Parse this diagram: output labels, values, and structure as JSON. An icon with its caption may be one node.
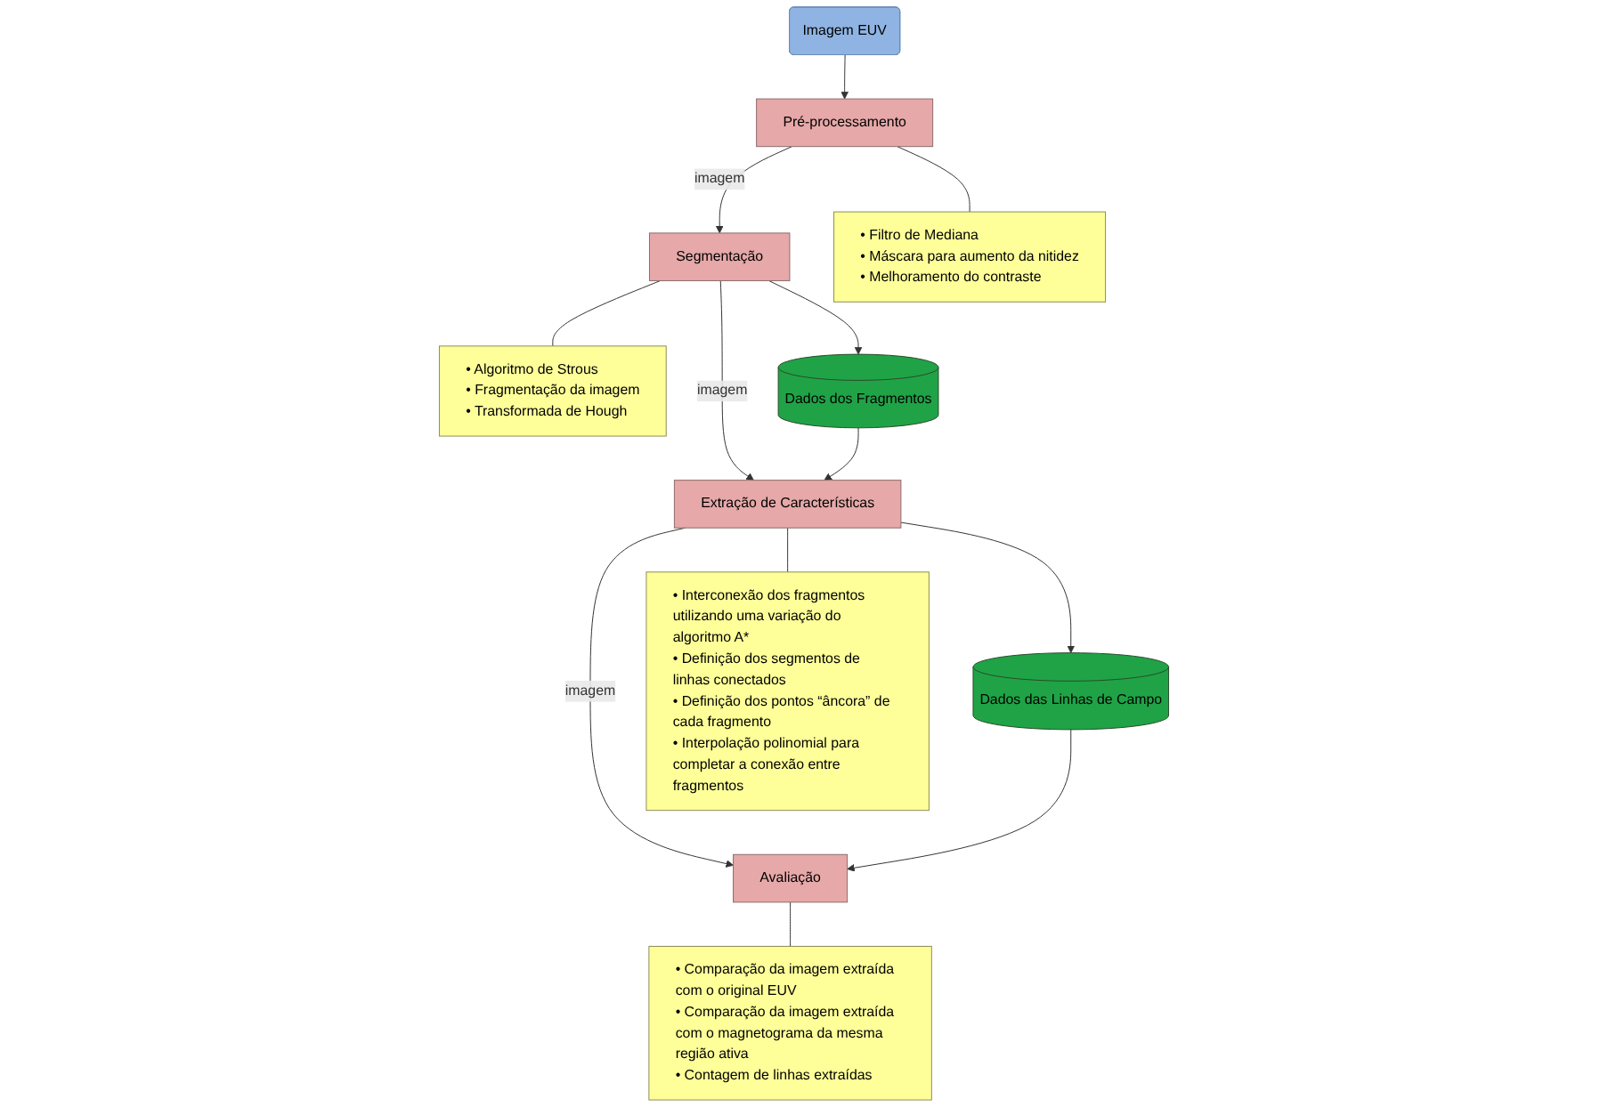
{
  "diagram": {
    "nodes": [
      {
        "text": [
          "Pré-processamento"
        ]
      },
      {
        "text": [
          "Segmentação"
        ]
      },
      {
        "text": [
          "Extração de Características"
        ]
      },
      {
        "text": [
          "Avaliação"
        ]
      },
      {
        "text": [
          "Imagem EUV"
        ]
      },
      {
        "text": [
          "• Filtro de Mediana",
          "• Máscara para aumento da nitidez",
          "• Melhoramento do contraste"
        ]
      },
      {
        "text": [
          "• Algoritmo de Strous",
          "• Fragmentação da imagem",
          "• Transformada de Hough"
        ]
      },
      {
        "text": [
          "Dados dos Fragmentos"
        ]
      },
      {
        "text": [
          "Dados das Linhas de Campo"
        ]
      },
      {
        "text": [
          "• Comparação da imagem extraída com o original EUV",
          "• Comparação da imagem extraída com o magnetograma da mesma região ativa",
          "• Contagem de linhas extraídas"
        ]
      },
      {
        "text": [
          "• Interconexão dos fragmentos utilizando uma variação do algoritmo A*",
          "• Definição dos segmentos de linhas conectados",
          "• Definição dos pontos “âncora” de cada fragmento",
          "• Interpolação polinomial para completar a conexão entre fragmentos"
        ]
      }
    ],
    "edges": [
      {
        "from": 0,
        "to": 1,
        "arrow": "to",
        "label": "imagem"
      },
      {
        "from": 1,
        "to": 2,
        "arrow": "to",
        "label": "imagem"
      },
      {
        "from": 2,
        "to": 3,
        "arrow": "to",
        "label": "imagem"
      },
      {
        "from": 4,
        "to": 0,
        "arrow": "to"
      },
      {
        "from": 0,
        "to": 5,
        "arrow": "none"
      },
      {
        "from": 1,
        "to": 6,
        "arrow": "none"
      },
      {
        "from": 1,
        "to": 7,
        "arrow": "to"
      },
      {
        "from": 7,
        "to": 2,
        "arrow": "to"
      },
      {
        "from": 2,
        "to": 10,
        "arrow": "none"
      },
      {
        "from": 2,
        "to": 8,
        "arrow": "to"
      },
      {
        "from": 8,
        "to": 3,
        "arrow": "to"
      },
      {
        "from": 3,
        "to": 9,
        "arrow": "none"
      }
    ]
  }
}
